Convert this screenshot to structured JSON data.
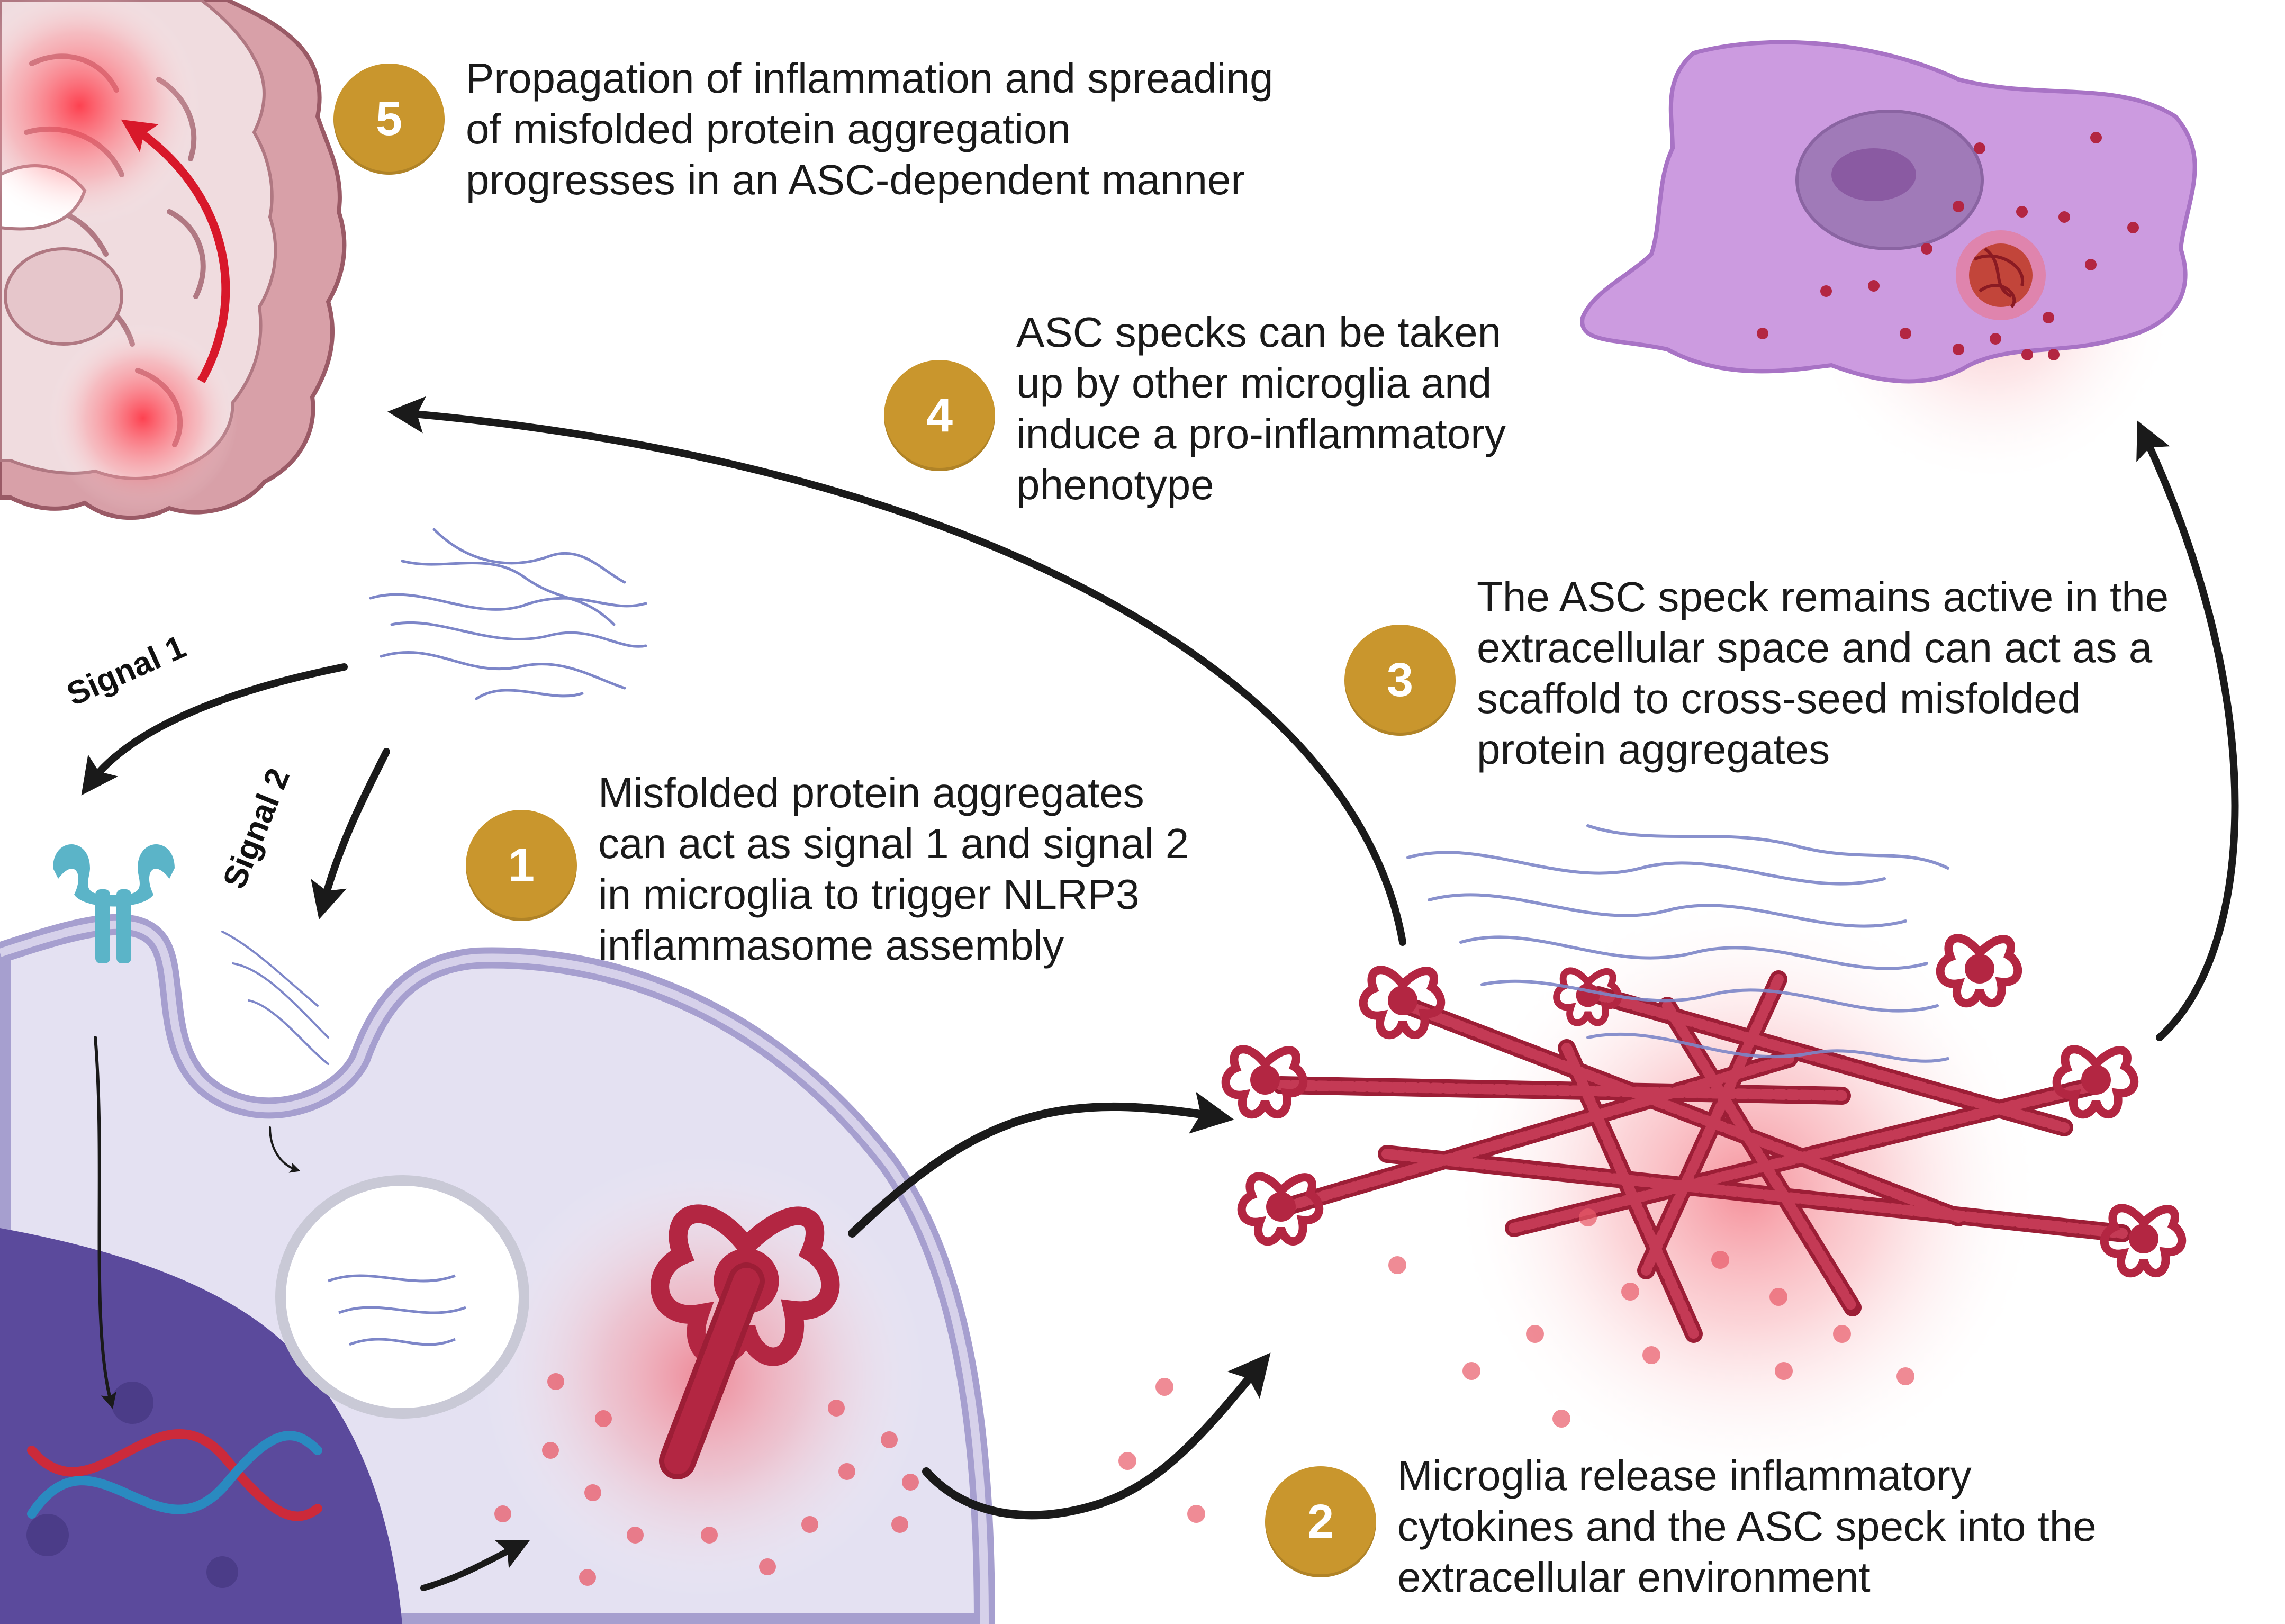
{
  "steps": [
    {
      "id": "1",
      "text": "Misfolded protein aggregates\ncan act as signal 1 and signal 2\nin microglia to trigger NLRP3\ninflammasome assembly"
    },
    {
      "id": "2",
      "text": "Microglia release inflammatory\ncytokines and the ASC speck into the\nextracellular environment"
    },
    {
      "id": "3",
      "text": "The ASC speck remains active in the\nextracellular space and can act as a\nscaffold to cross-seed misfolded\nprotein aggregates"
    },
    {
      "id": "4",
      "text": "ASC specks can be taken\nup by other microglia and\ninduce a pro-inflammatory\nphenotype"
    },
    {
      "id": "5",
      "text": "Propagation of inflammation and spreading\nof misfolded protein aggregation\nprogresses in an ASC-dependent manner"
    }
  ],
  "signals": {
    "signal1": "Signal 1",
    "signal2": "Signal 2"
  },
  "colors": {
    "badge": "#c9962d",
    "brain": "#d8a0a8",
    "microglia_cell": "#dcd8ef",
    "nucleus": "#5b4a9c",
    "asc_speck": "#b32642",
    "glow": "#f26d7a",
    "activated_microglia": "#cc9be0",
    "aggregate_fibril": "#7d86c8",
    "receptor": "#5bb4c8",
    "arrow": "#1a1a1a"
  }
}
